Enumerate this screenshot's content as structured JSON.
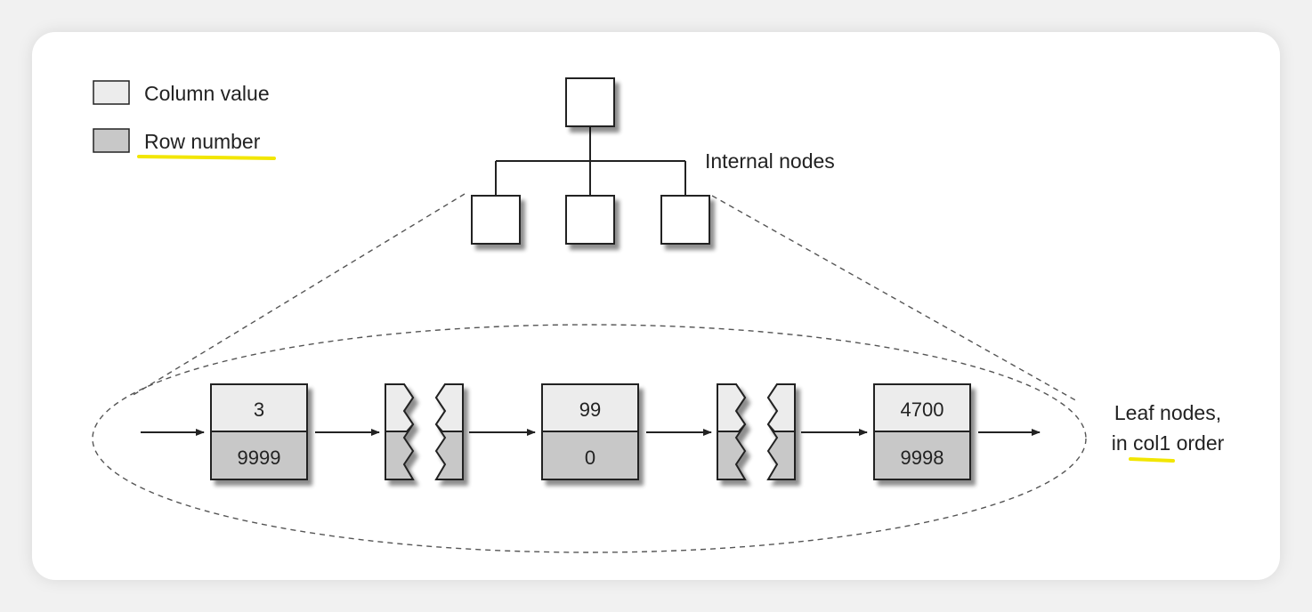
{
  "legend": {
    "column_value": "Column value",
    "row_number": "Row number"
  },
  "labels": {
    "internal_nodes": "Internal nodes",
    "leaf_nodes_line1": "Leaf nodes,",
    "leaf_nodes_line2_a": "in ",
    "leaf_nodes_line2_b": "col1",
    "leaf_nodes_line2_c": " order"
  },
  "leaf_nodes": [
    {
      "column_value": "3",
      "row_number": "9999"
    },
    {
      "column_value": "99",
      "row_number": "0"
    },
    {
      "column_value": "4700",
      "row_number": "9998"
    }
  ],
  "colors": {
    "column_value_fill": "#ececec",
    "row_number_fill": "#c8c8c8",
    "highlight": "#f2e600",
    "stroke": "#222222"
  }
}
